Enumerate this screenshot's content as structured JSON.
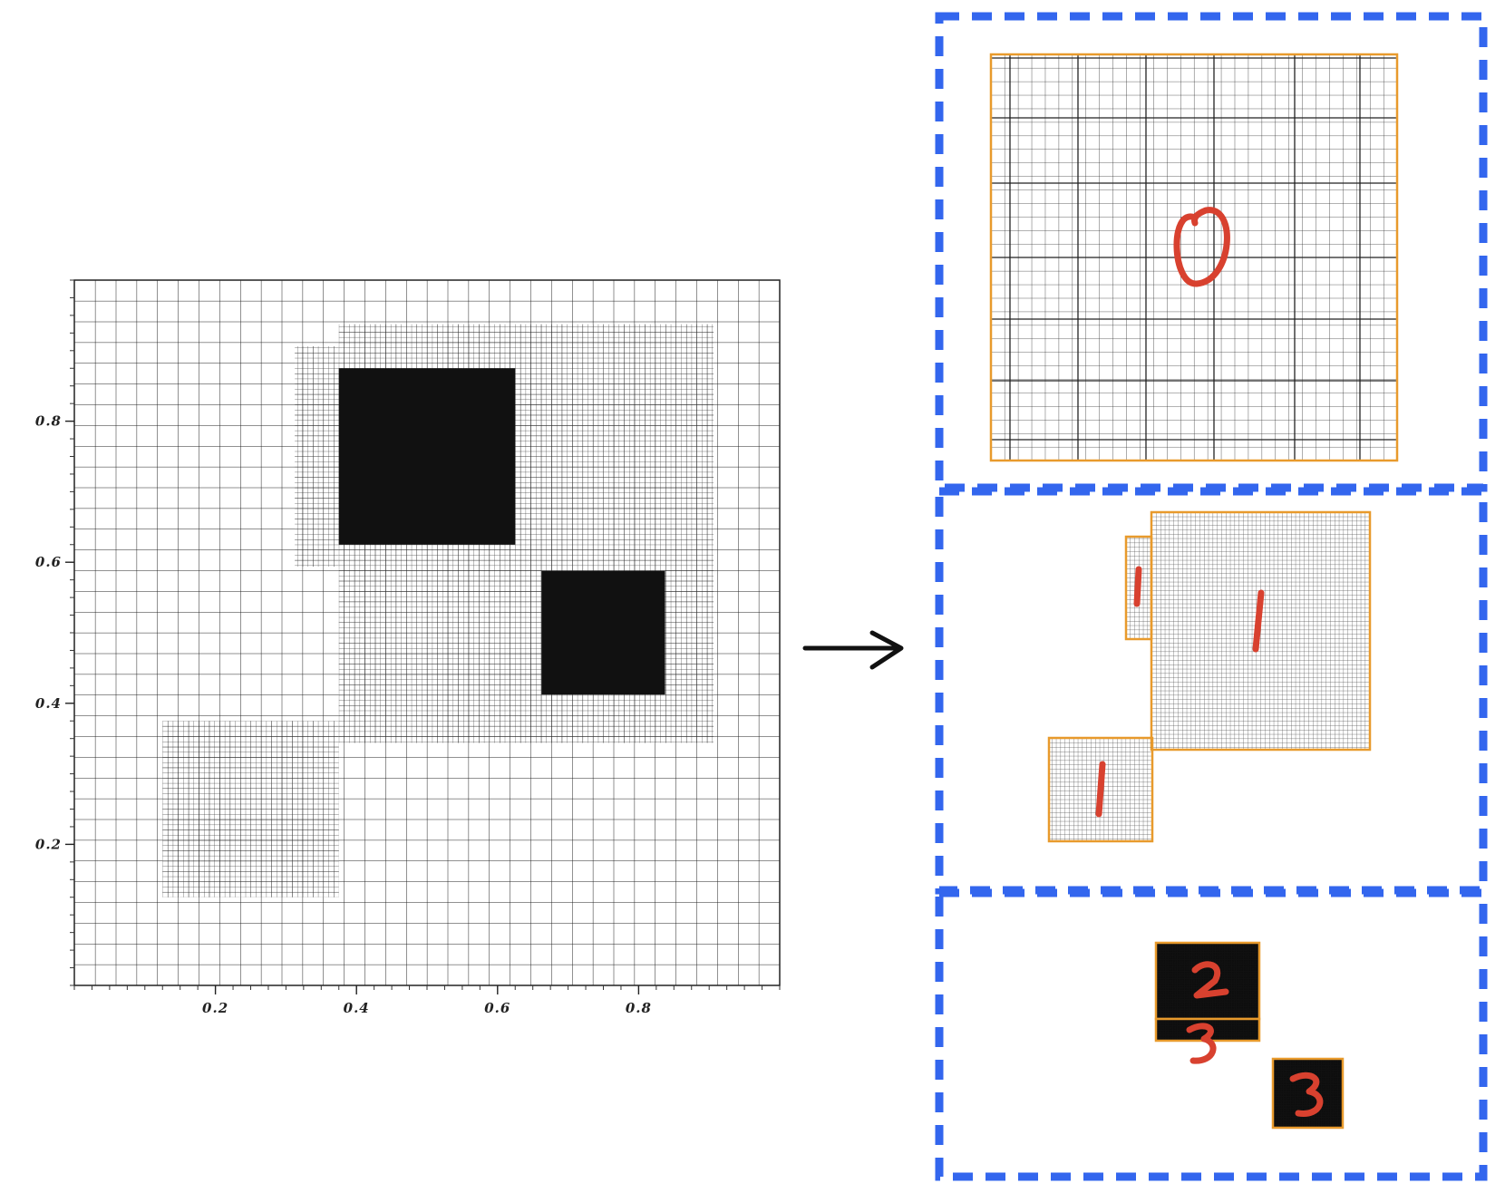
{
  "plot": {
    "x_ticks": [
      0.2,
      0.4,
      0.6,
      0.8
    ],
    "y_ticks": [
      0.2,
      0.4,
      0.6,
      0.8
    ],
    "x_tick_labels": [
      "0.2",
      "0.4",
      "0.6",
      "0.8"
    ],
    "y_tick_labels": [
      "0.2",
      "0.4",
      "0.6",
      "0.8"
    ],
    "domain": [
      0,
      1
    ],
    "coarse_cells": 32,
    "refinement_patches": [
      {
        "level": 1,
        "x": [
          0.125,
          0.375
        ],
        "y": [
          0.125,
          0.375
        ],
        "cells": 64
      },
      {
        "level": 1,
        "x": [
          0.3125,
          0.375
        ],
        "y": [
          0.59375,
          0.90625
        ],
        "cells": 64
      },
      {
        "level": 1,
        "x": [
          0.375,
          0.90625
        ],
        "y": [
          0.34375,
          0.9375
        ],
        "cells": 64
      },
      {
        "level": 2,
        "x": [
          0.375,
          0.625
        ],
        "y": [
          0.625,
          0.875
        ],
        "cells": 256
      },
      {
        "level": 2,
        "x": [
          0.6625,
          0.8375
        ],
        "y": [
          0.4125,
          0.5875
        ],
        "cells": 256
      }
    ]
  },
  "arrow": {
    "icon": "right-arrow-icon"
  },
  "panels": [
    {
      "id": "level-0",
      "label": "0"
    },
    {
      "id": "level-1",
      "labels": [
        "1",
        "1",
        "1"
      ]
    },
    {
      "id": "level-2-3",
      "labels": [
        "2",
        "3",
        "3"
      ]
    }
  ],
  "colors": {
    "dash_border": "#3366ee",
    "patch_border": "#e89a2c",
    "label_ink": "#d8412f",
    "grid_line": "#222222"
  }
}
